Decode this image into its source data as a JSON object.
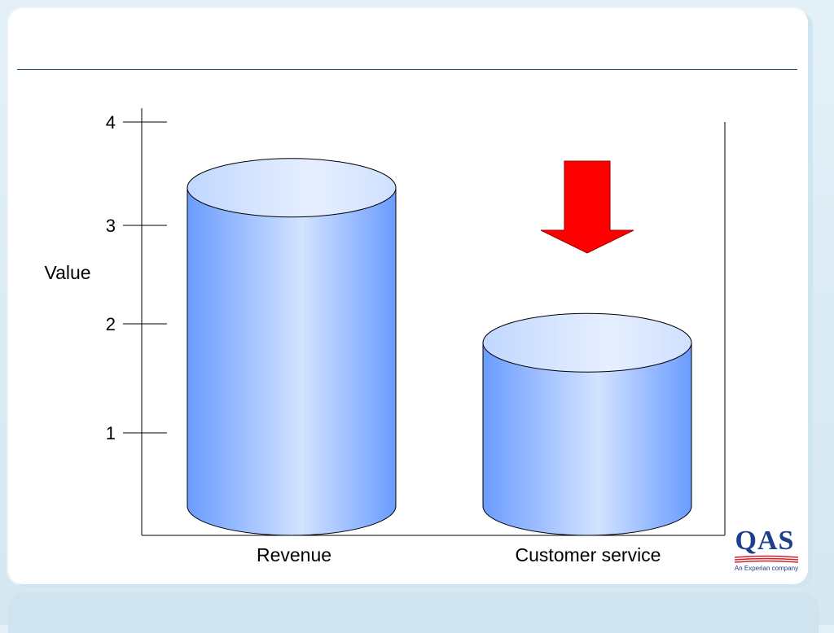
{
  "logo": {
    "name": "QAS",
    "tagline": "An Experian company",
    "colors": {
      "text": "#1f3e8c",
      "stripe": "#d6202e"
    }
  },
  "colors": {
    "rule": "#1f4e70",
    "cylinder_dark": "#6a9cff",
    "cylinder_light": "#d3e3ff",
    "arrow": "#ff0000"
  },
  "chart_data": {
    "type": "bar",
    "style": "3d-cylinder",
    "categories": [
      "Revenue",
      "Customer service"
    ],
    "values": [
      3.6,
      2.1
    ],
    "ylabel": "Value",
    "yticks": [
      1,
      2,
      3,
      4
    ],
    "ylim": [
      0,
      4
    ],
    "grid": false,
    "annotation": {
      "type": "down-arrow",
      "category": "Customer service",
      "color": "#ff0000"
    }
  }
}
